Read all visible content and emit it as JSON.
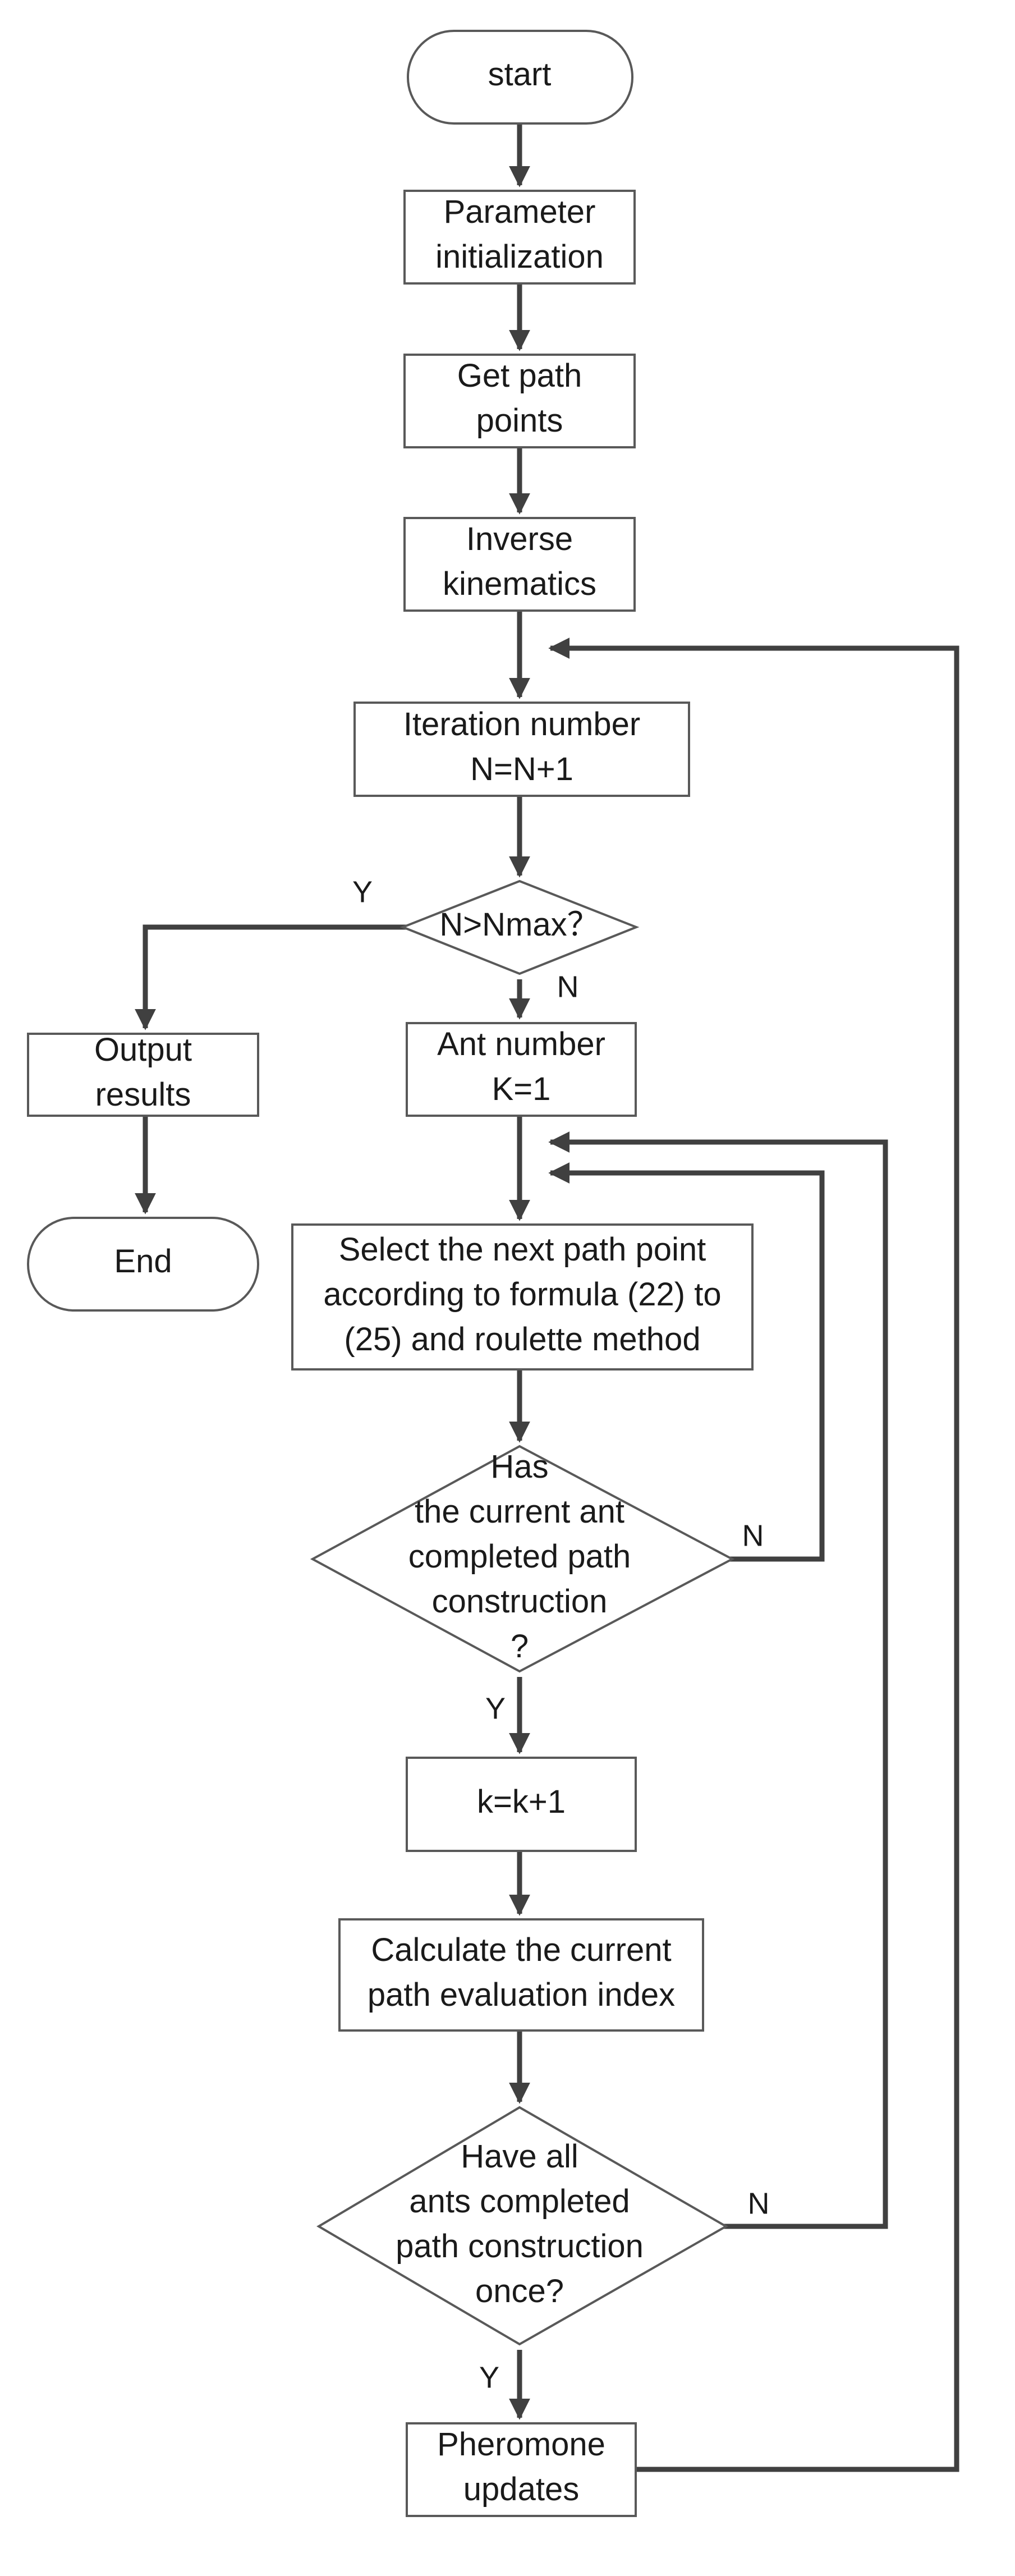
{
  "flowchart": {
    "nodes": {
      "start": {
        "shape": "terminal",
        "lines": [
          "start"
        ]
      },
      "param_init": {
        "shape": "process",
        "lines": [
          "Parameter",
          "initialization"
        ]
      },
      "get_path": {
        "shape": "process",
        "lines": [
          "Get path",
          "points"
        ]
      },
      "inverse_kin": {
        "shape": "process",
        "lines": [
          "Inverse",
          "kinematics"
        ]
      },
      "iteration": {
        "shape": "process",
        "lines": [
          "Iteration number",
          "N=N+1"
        ]
      },
      "check_nmax": {
        "shape": "decision",
        "lines": [
          "N>Nmax？"
        ]
      },
      "output": {
        "shape": "process",
        "lines": [
          "Output",
          "results"
        ]
      },
      "end": {
        "shape": "terminal",
        "lines": [
          "End"
        ]
      },
      "ant_number": {
        "shape": "process",
        "lines": [
          "Ant number",
          "K=1"
        ]
      },
      "select_next": {
        "shape": "process",
        "lines": [
          "Select the next path point",
          "according to formula (22) to",
          "(25) and roulette method"
        ]
      },
      "check_ant_done": {
        "shape": "decision",
        "lines": [
          "Has",
          "the current ant",
          "completed path",
          "construction",
          "?"
        ]
      },
      "k_increment": {
        "shape": "process",
        "lines": [
          "k=k+1"
        ]
      },
      "calc_index": {
        "shape": "process",
        "lines": [
          "Calculate the current",
          "path evaluation index"
        ]
      },
      "check_all_ants": {
        "shape": "decision",
        "lines": [
          "Have all",
          "ants completed",
          "path construction",
          "once?"
        ]
      },
      "pheromone": {
        "shape": "process",
        "lines": [
          "Pheromone",
          "updates"
        ]
      }
    },
    "edge_labels": {
      "nmax_yes": "Y",
      "nmax_no": "N",
      "ant_done_no": "N",
      "ant_done_yes": "Y",
      "all_ants_no": "N",
      "all_ants_yes": "Y"
    },
    "colors": {
      "stroke": "#404040",
      "text": "#1a1a1a",
      "background": "#ffffff"
    }
  }
}
